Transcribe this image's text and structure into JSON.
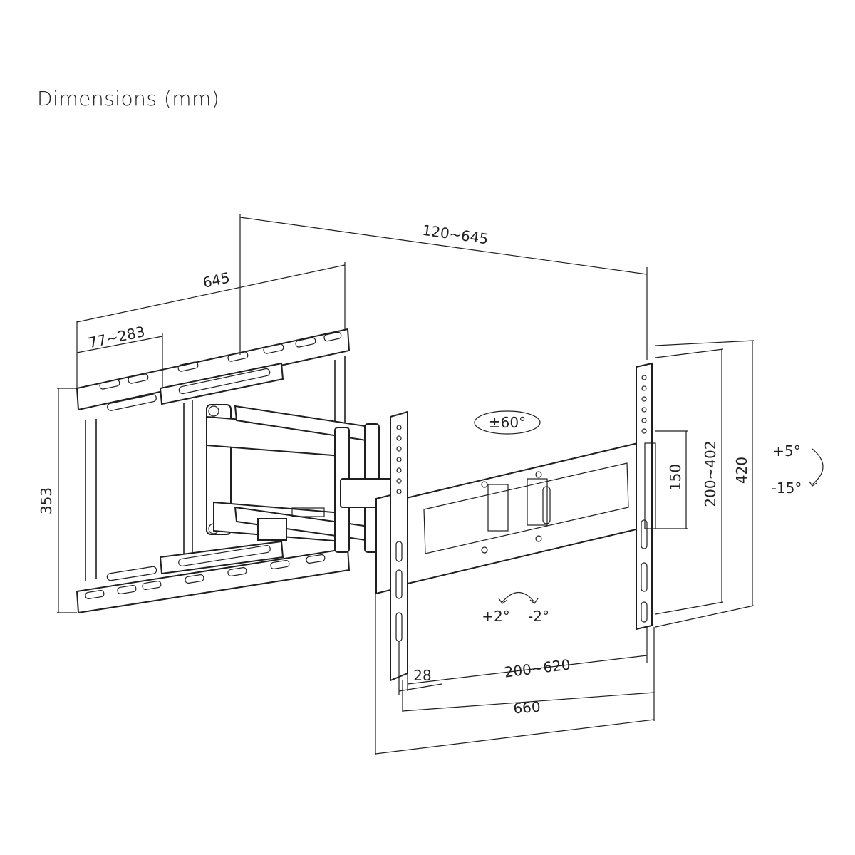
{
  "title": "Dimensions (mm)",
  "dimensions": {
    "reach": "120~645",
    "arm_length": "645",
    "wall_offset": "77~283",
    "wall_plate_height": "353",
    "swivel": "±60°",
    "tilt_up": "+5°",
    "tilt_down": "-15°",
    "level_plus": "+2°",
    "level_minus": "-2°",
    "vesa_vertical_min": "150",
    "vesa_vertical": "200~402",
    "plate_height": "420",
    "edge_offset": "28",
    "vesa_horizontal": "200~620",
    "plate_width": "660"
  }
}
